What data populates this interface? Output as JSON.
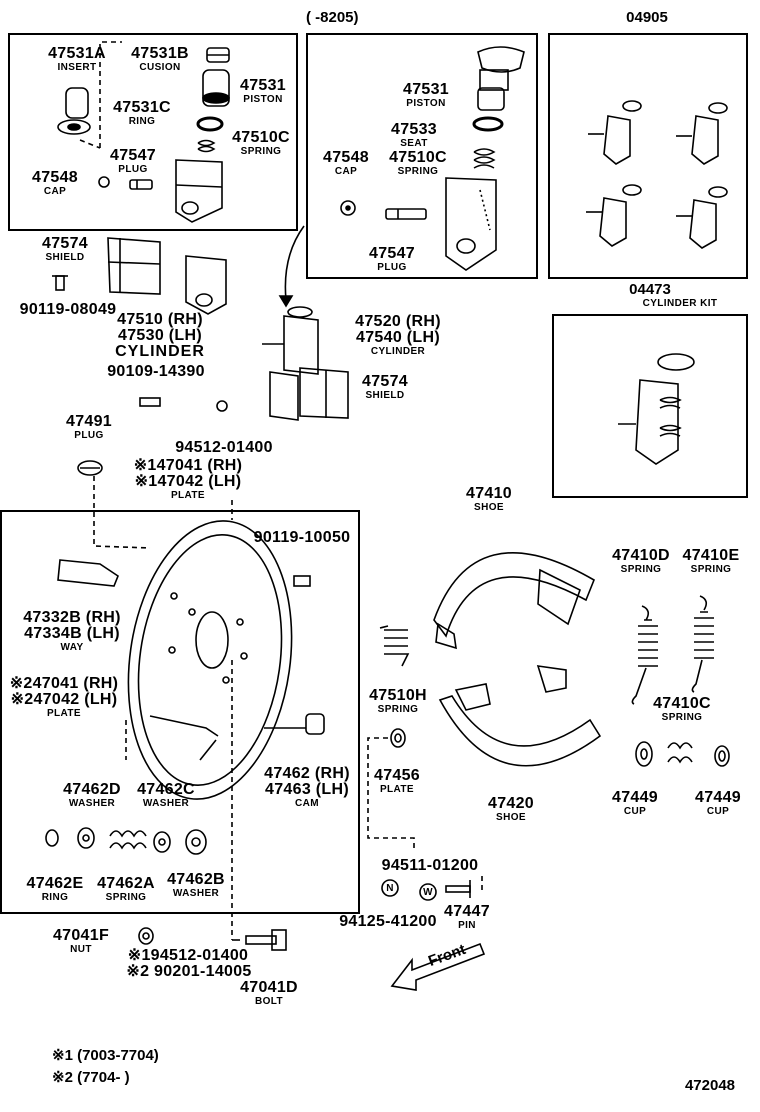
{
  "boxes": {
    "top_mid_header": "(        -8205)",
    "top_right_header": "04905",
    "kit_number": "04473",
    "kit_label": "CYLINDER KIT"
  },
  "labels": {
    "p47531A": {
      "num": "47531A",
      "name": "INSERT"
    },
    "p47531B": {
      "num": "47531B",
      "name": "CUSION"
    },
    "p47531_l": {
      "num": "47531",
      "name": "PISTON"
    },
    "p47531C": {
      "num": "47531C",
      "name": "RING"
    },
    "p47510C_l": {
      "num": "47510C",
      "name": "SPRING"
    },
    "p47547_l": {
      "num": "47547",
      "name": "PLUG"
    },
    "p47548_l": {
      "num": "47548",
      "name": "CAP"
    },
    "p47531_m": {
      "num": "47531",
      "name": "PISTON"
    },
    "p47533": {
      "num": "47533",
      "name": "SEAT"
    },
    "p47548_m": {
      "num": "47548",
      "name": "CAP"
    },
    "p47510C_m": {
      "num": "47510C",
      "name": "SPRING"
    },
    "p47547_m": {
      "num": "47547",
      "name": "PLUG"
    },
    "p47574_l": {
      "num": "47574",
      "name": "SHIELD"
    },
    "p90119_08049": {
      "num": "90119-08049"
    },
    "p47510_47530": {
      "line1": "47510 (RH)",
      "line2": "47530 (LH)",
      "name": "CYLINDER"
    },
    "p47520_47540": {
      "line1": "47520 (RH)",
      "line2": "47540 (LH)",
      "name": "CYLINDER"
    },
    "p47574_r": {
      "num": "47574",
      "name": "SHIELD"
    },
    "p90109_14390": {
      "num": "90109-14390"
    },
    "p47491": {
      "num": "47491",
      "name": "PLUG"
    },
    "p94512_01400_top": {
      "num": "94512-01400"
    },
    "p147041_top": {
      "line1": "※147041 (RH)",
      "line2": "※147042 (LH)",
      "name": "PLATE"
    },
    "p90119_10050": {
      "num": "90119-10050"
    },
    "p47410": {
      "num": "47410",
      "name": "SHOE"
    },
    "p47410D": {
      "num": "47410D",
      "name": "SPRING"
    },
    "p47410E": {
      "num": "47410E",
      "name": "SPRING"
    },
    "p47332B": {
      "line1": "47332B (RH)",
      "line2": "47334B (LH)",
      "name": "WAY"
    },
    "p247041": {
      "line1": "※247041 (RH)",
      "line2": "※247042 (LH)",
      "name": "PLATE"
    },
    "p47510H": {
      "num": "47510H",
      "name": "SPRING"
    },
    "p47410C": {
      "num": "47410C",
      "name": "SPRING"
    },
    "p47462": {
      "line1": "47462 (RH)",
      "line2": "47463 (LH)",
      "name": "CAM"
    },
    "p47456": {
      "num": "47456",
      "name": "PLATE"
    },
    "p47420": {
      "num": "47420",
      "name": "SHOE"
    },
    "p47449_l": {
      "num": "47449",
      "name": "CUP"
    },
    "p47449_r": {
      "num": "47449",
      "name": "CUP"
    },
    "p47462D": {
      "num": "47462D",
      "name": "WASHER"
    },
    "p47462C": {
      "num": "47462C",
      "name": "WASHER"
    },
    "p47462E": {
      "num": "47462E",
      "name": "RING"
    },
    "p47462A": {
      "num": "47462A",
      "name": "SPRING"
    },
    "p47462B": {
      "num": "47462B",
      "name": "WASHER"
    },
    "p94511_01200": {
      "num": "94511-01200"
    },
    "p94125_41200": {
      "num": "94125-41200"
    },
    "p47447": {
      "num": "47447",
      "name": "PIN"
    },
    "p47041F": {
      "num": "47041F",
      "name": "NUT"
    },
    "p194512": {
      "num": "※194512-01400"
    },
    "p290201": {
      "num": "※2 90201-14005"
    },
    "p47041D": {
      "num": "47041D",
      "name": "BOLT"
    }
  },
  "marks": {
    "n_mark": "N",
    "w_mark": "W"
  },
  "front_arrow": "Front",
  "notes": {
    "note1": "※1 (7003-7704)",
    "note2": "※2 (7704-         )"
  },
  "figure_number": "472048"
}
